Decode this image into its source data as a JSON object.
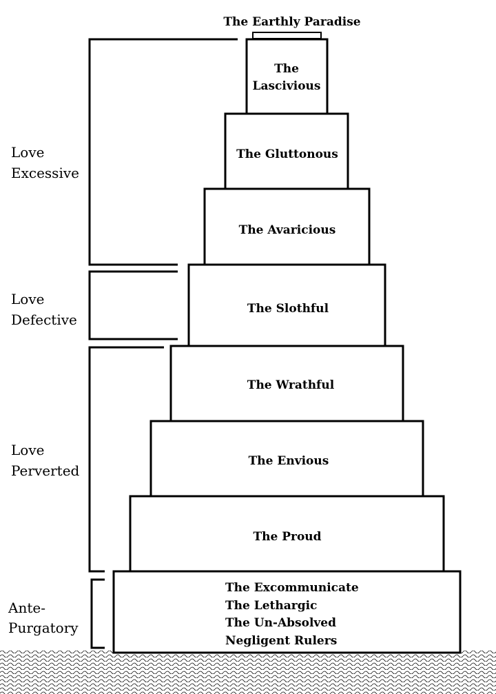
{
  "summit": {
    "label": "The Earthly Paradise"
  },
  "terraces": [
    {
      "id": "lascivious",
      "lines": [
        "The",
        "Lascivious"
      ]
    },
    {
      "id": "gluttonous",
      "lines": [
        "The Gluttonous"
      ]
    },
    {
      "id": "avaricious",
      "lines": [
        "The Avaricious"
      ]
    },
    {
      "id": "slothful",
      "lines": [
        "The Slothful"
      ]
    },
    {
      "id": "wrathful",
      "lines": [
        "The Wrathful"
      ]
    },
    {
      "id": "envious",
      "lines": [
        "The Envious"
      ]
    },
    {
      "id": "proud",
      "lines": [
        "The Proud"
      ]
    },
    {
      "id": "ante",
      "lines": [
        "The Excommunicate",
        "The Lethargic",
        "The Un-Absolved",
        "Negligent Rulers"
      ]
    }
  ],
  "groups": [
    {
      "id": "love-excessive",
      "lines": [
        "Love",
        "Excessive"
      ]
    },
    {
      "id": "love-defective",
      "lines": [
        "Love",
        "Defective"
      ]
    },
    {
      "id": "love-perverted",
      "lines": [
        "Love",
        "Perverted"
      ]
    },
    {
      "id": "ante-purgatory",
      "lines": [
        "Ante-",
        "Purgatory"
      ]
    }
  ],
  "colors": {
    "ink": "#000000",
    "paper": "#ffffff"
  }
}
